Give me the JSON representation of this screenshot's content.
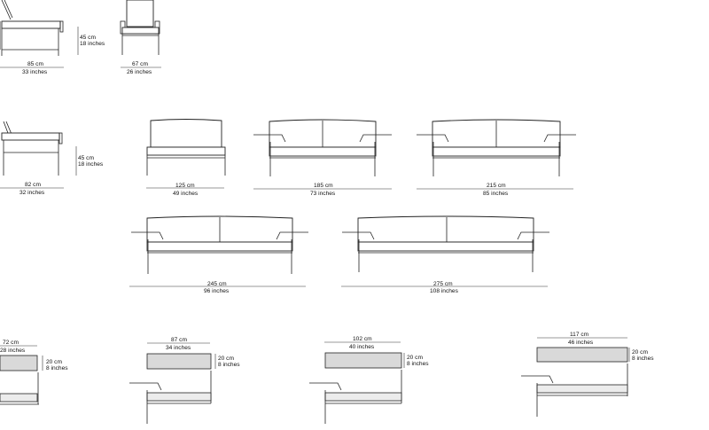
{
  "dimensions": {
    "side_a_height_cm": "45 cm",
    "side_a_height_in": "18 inches",
    "side_a_depth_cm": "85 cm",
    "side_a_depth_in": "33 inches",
    "front_a_width_cm": "67 cm",
    "front_a_width_in": "26 inches",
    "side_b_height_cm": "45 cm",
    "side_b_height_in": "18 inches",
    "side_b_depth_cm": "82 cm",
    "side_b_depth_in": "32 inches",
    "sofa_125_cm": "125 cm",
    "sofa_125_in": "49 inches",
    "sofa_185_cm": "185 cm",
    "sofa_185_in": "73 inches",
    "sofa_215_cm": "215 cm",
    "sofa_215_in": "85 inches",
    "sofa_245_cm": "245 cm",
    "sofa_245_in": "96 inches",
    "sofa_275_cm": "275 cm",
    "sofa_275_in": "108 inches",
    "cushion_72_cm": "72 cm",
    "cushion_72_in": "28 inches",
    "cushion_72_h_cm": "20 cm",
    "cushion_72_h_in": "8 inches",
    "cushion_87_cm": "87 cm",
    "cushion_87_in": "34 inches",
    "cushion_87_h_cm": "20 cm",
    "cushion_87_h_in": "8 inches",
    "cushion_102_cm": "102 cm",
    "cushion_102_in": "40 inches",
    "cushion_102_h_cm": "20 cm",
    "cushion_102_h_in": "8 inches",
    "cushion_117_cm": "117 cm",
    "cushion_117_in": "46 inches",
    "cushion_117_h_cm": "20 cm",
    "cushion_117_h_in": "8 inches"
  }
}
